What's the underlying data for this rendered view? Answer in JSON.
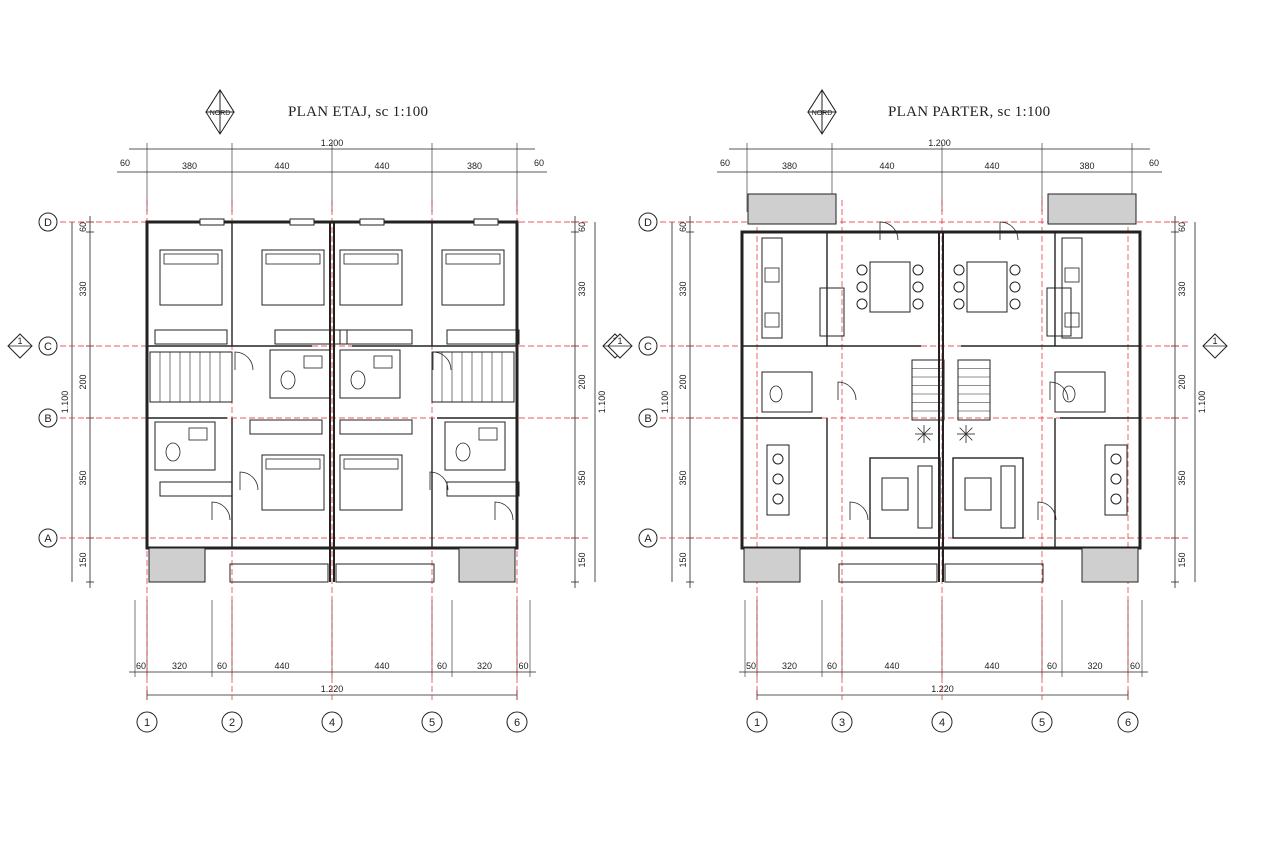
{
  "plans": [
    {
      "id": "etaj",
      "title": "PLAN ETAJ, sc 1:100",
      "north_label": "NORD",
      "top_total": "1.200",
      "top_edge": "60",
      "top_segments": [
        "380",
        "440",
        "440",
        "380"
      ],
      "bottom_total": "1.220",
      "bottom_segments": [
        "60",
        "320",
        "60",
        "440",
        "440",
        "60",
        "320",
        "60"
      ],
      "left_total": "1.100",
      "side_segments": [
        "60",
        "330",
        "200",
        "350",
        "150"
      ],
      "row_axes": [
        "D",
        "C",
        "B",
        "A"
      ],
      "col_axes": [
        "1",
        "2",
        "4",
        "5",
        "6"
      ],
      "section_mark": "1"
    },
    {
      "id": "parter",
      "title": "PLAN PARTER, sc 1:100",
      "north_label": "NORD",
      "top_total": "1.200",
      "top_edge": "60",
      "top_segments": [
        "380",
        "440",
        "440",
        "380"
      ],
      "bottom_total": "1.220",
      "bottom_segments": [
        "50",
        "320",
        "60",
        "440",
        "440",
        "60",
        "320",
        "60"
      ],
      "left_total": "1.100",
      "side_segments": [
        "60",
        "330",
        "200",
        "350",
        "150"
      ],
      "row_axes": [
        "D",
        "C",
        "B",
        "A"
      ],
      "col_axes": [
        "1",
        "3",
        "4",
        "5",
        "6"
      ],
      "section_mark": "1"
    }
  ],
  "colors": {
    "ink": "#222222",
    "grid": "#e0262b",
    "shade": "#cfcfcf"
  }
}
